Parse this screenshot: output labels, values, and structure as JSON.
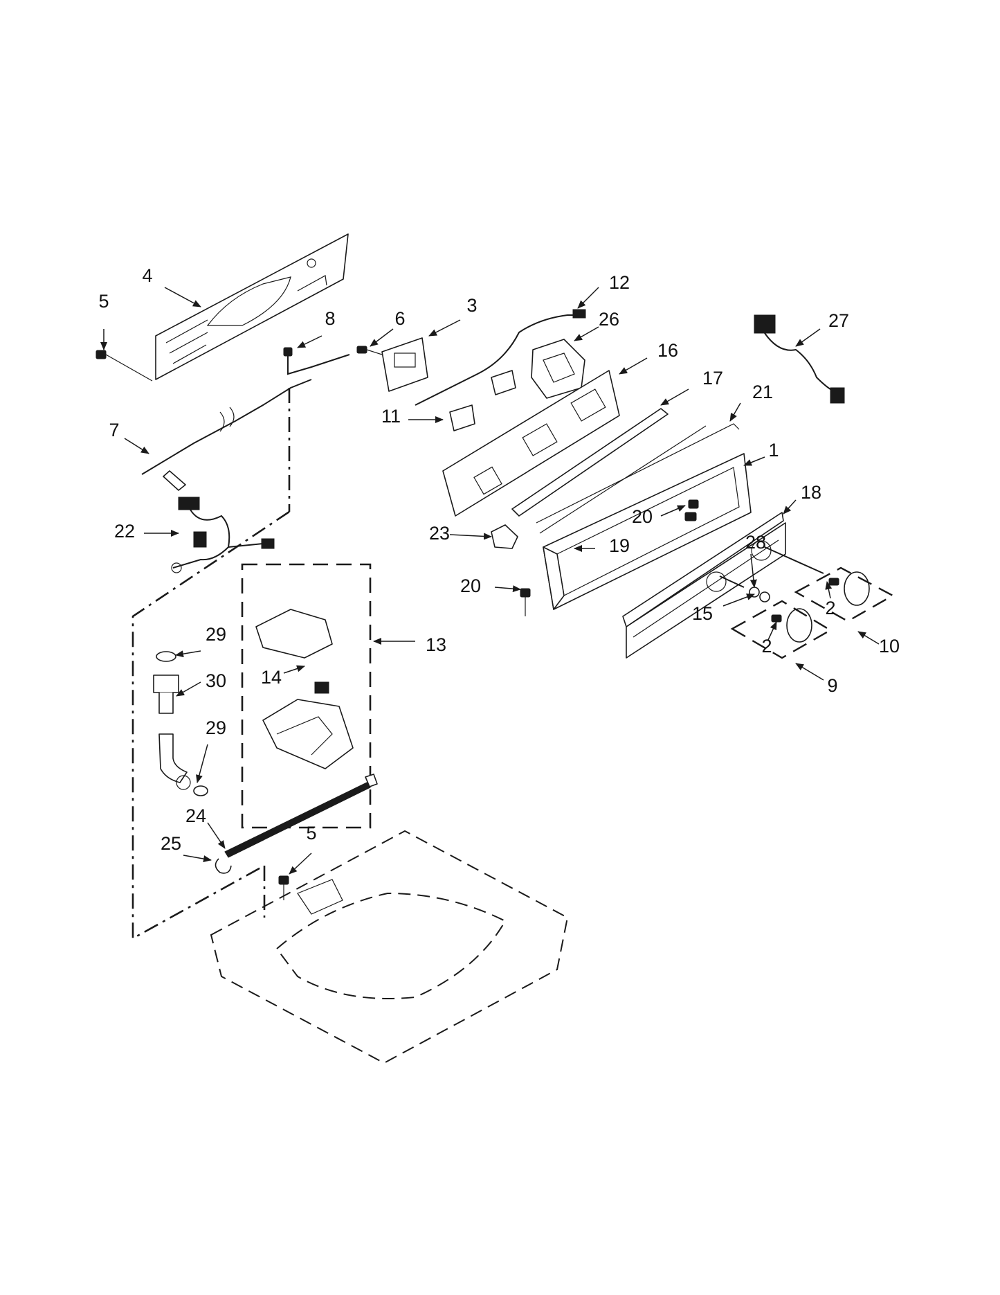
{
  "callouts": [
    {
      "id": "c4",
      "text": "4"
    },
    {
      "id": "c5a",
      "text": "5"
    },
    {
      "id": "c8",
      "text": "8"
    },
    {
      "id": "c6",
      "text": "6"
    },
    {
      "id": "c3",
      "text": "3"
    },
    {
      "id": "c12",
      "text": "12"
    },
    {
      "id": "c26",
      "text": "26"
    },
    {
      "id": "c27",
      "text": "27"
    },
    {
      "id": "c16",
      "text": "16"
    },
    {
      "id": "c17",
      "text": "17"
    },
    {
      "id": "c21",
      "text": "21"
    },
    {
      "id": "c11",
      "text": "11"
    },
    {
      "id": "c7",
      "text": "7"
    },
    {
      "id": "c1",
      "text": "1"
    },
    {
      "id": "c18",
      "text": "18"
    },
    {
      "id": "c20a",
      "text": "20"
    },
    {
      "id": "c22",
      "text": "22"
    },
    {
      "id": "c23",
      "text": "23"
    },
    {
      "id": "c19",
      "text": "19"
    },
    {
      "id": "c28",
      "text": "28"
    },
    {
      "id": "c20b",
      "text": "20"
    },
    {
      "id": "c15",
      "text": "15"
    },
    {
      "id": "c2a",
      "text": "2"
    },
    {
      "id": "c10",
      "text": "10"
    },
    {
      "id": "c2b",
      "text": "2"
    },
    {
      "id": "c9",
      "text": "9"
    },
    {
      "id": "c29a",
      "text": "29"
    },
    {
      "id": "c13",
      "text": "13"
    },
    {
      "id": "c14",
      "text": "14"
    },
    {
      "id": "c30",
      "text": "30"
    },
    {
      "id": "c29b",
      "text": "29"
    },
    {
      "id": "c24",
      "text": "24"
    },
    {
      "id": "c5b",
      "text": "5"
    },
    {
      "id": "c25",
      "text": "25"
    }
  ]
}
